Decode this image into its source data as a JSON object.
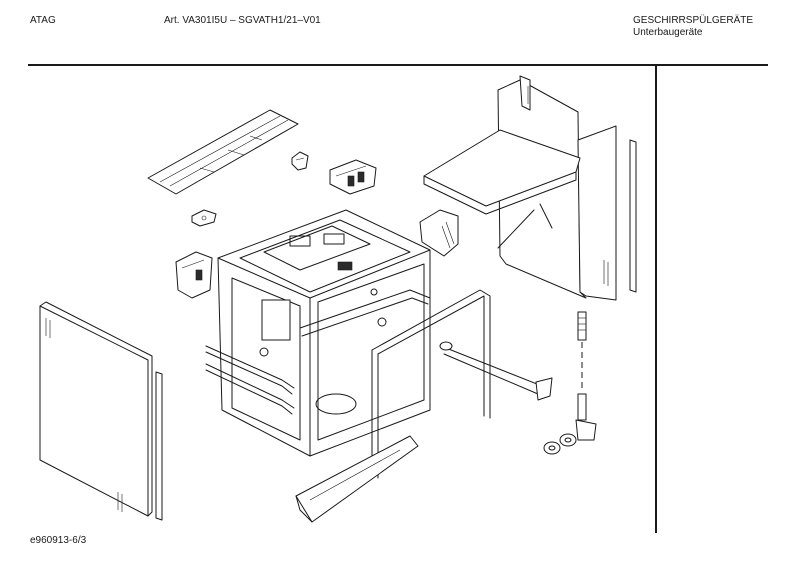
{
  "header": {
    "brand": "ATAG",
    "article": "Art. VA301I5U – SGVATH1/21–V01",
    "category": "GESCHIRRSPÜLGERÄTE",
    "subcategory": "Unterbaugeräte"
  },
  "footer": {
    "drawing_code": "e960913-6/3"
  }
}
